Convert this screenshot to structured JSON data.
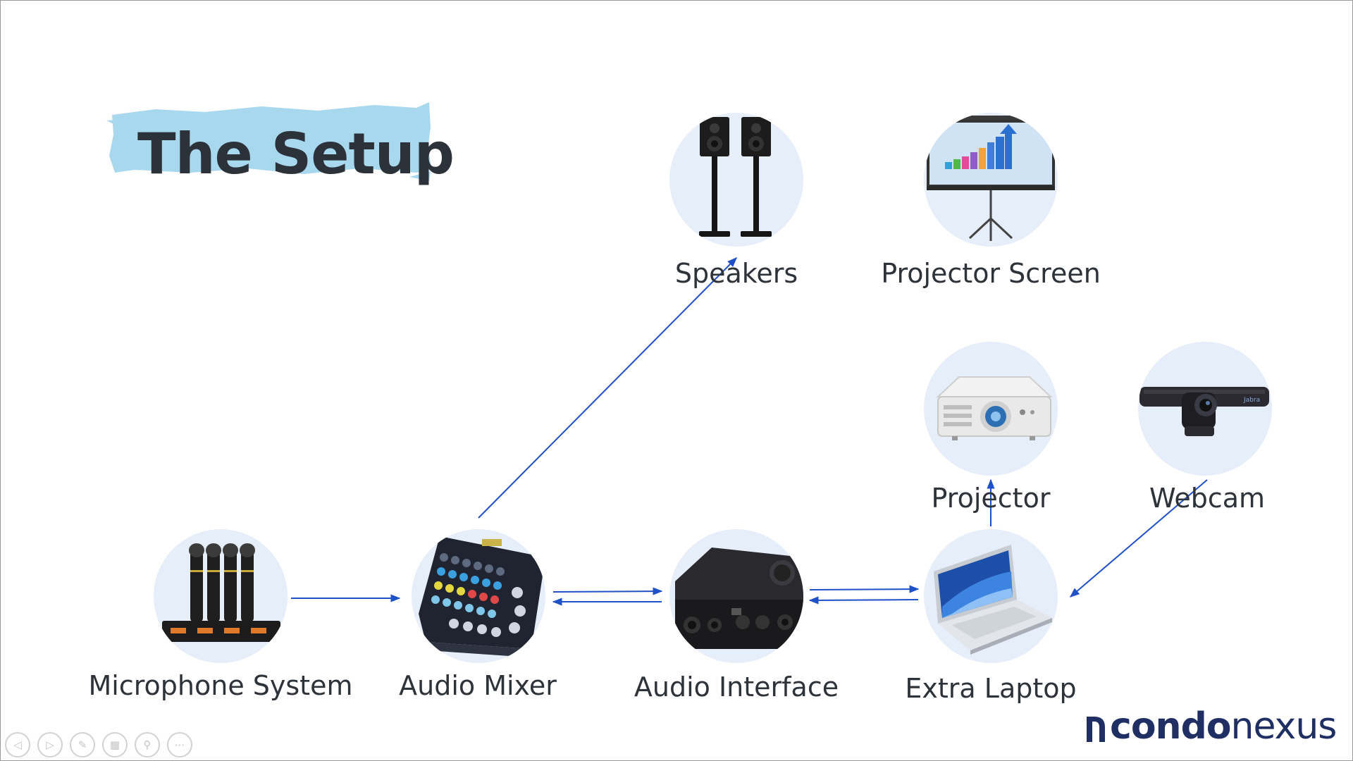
{
  "slide": {
    "title": "The Setup",
    "brand": {
      "bold": "condo",
      "light": "nexus",
      "color": "#1f2f63"
    },
    "colors": {
      "accent_brush": "#a8d8ee",
      "node_fill": "#e6eefa",
      "connector": "#1e50c8"
    }
  },
  "nodes": {
    "speakers": {
      "label": "Speakers",
      "icon": "speakers-icon"
    },
    "projector_screen": {
      "label": "Projector Screen",
      "icon": "projector-screen-icon"
    },
    "projector": {
      "label": "Projector",
      "icon": "projector-icon"
    },
    "webcam": {
      "label": "Webcam",
      "icon": "webcam-icon"
    },
    "microphone_system": {
      "label": "Microphone System",
      "icon": "microphone-system-icon"
    },
    "audio_mixer": {
      "label": "Audio Mixer",
      "icon": "audio-mixer-icon"
    },
    "audio_interface": {
      "label": "Audio Interface",
      "icon": "audio-interface-icon"
    },
    "extra_laptop": {
      "label": "Extra Laptop",
      "icon": "laptop-icon"
    }
  },
  "connections": [
    {
      "from": "Microphone System",
      "to": "Audio Mixer"
    },
    {
      "from": "Audio Mixer",
      "to": "Speakers"
    },
    {
      "from": "Audio Mixer",
      "to": "Audio Interface"
    },
    {
      "from": "Audio Interface",
      "to": "Audio Mixer"
    },
    {
      "from": "Audio Interface",
      "to": "Extra Laptop"
    },
    {
      "from": "Extra Laptop",
      "to": "Audio Interface"
    },
    {
      "from": "Extra Laptop",
      "to": "Projector"
    },
    {
      "from": "Webcam",
      "to": "Extra Laptop"
    }
  ],
  "nav": {
    "buttons": [
      {
        "icon": "previous-icon",
        "glyph": "◁"
      },
      {
        "icon": "next-icon",
        "glyph": "▷"
      },
      {
        "icon": "pen-icon",
        "glyph": "✎"
      },
      {
        "icon": "slides-grid-icon",
        "glyph": "▦"
      },
      {
        "icon": "zoom-icon",
        "glyph": "⚲"
      },
      {
        "icon": "more-icon",
        "glyph": "⋯"
      }
    ]
  }
}
